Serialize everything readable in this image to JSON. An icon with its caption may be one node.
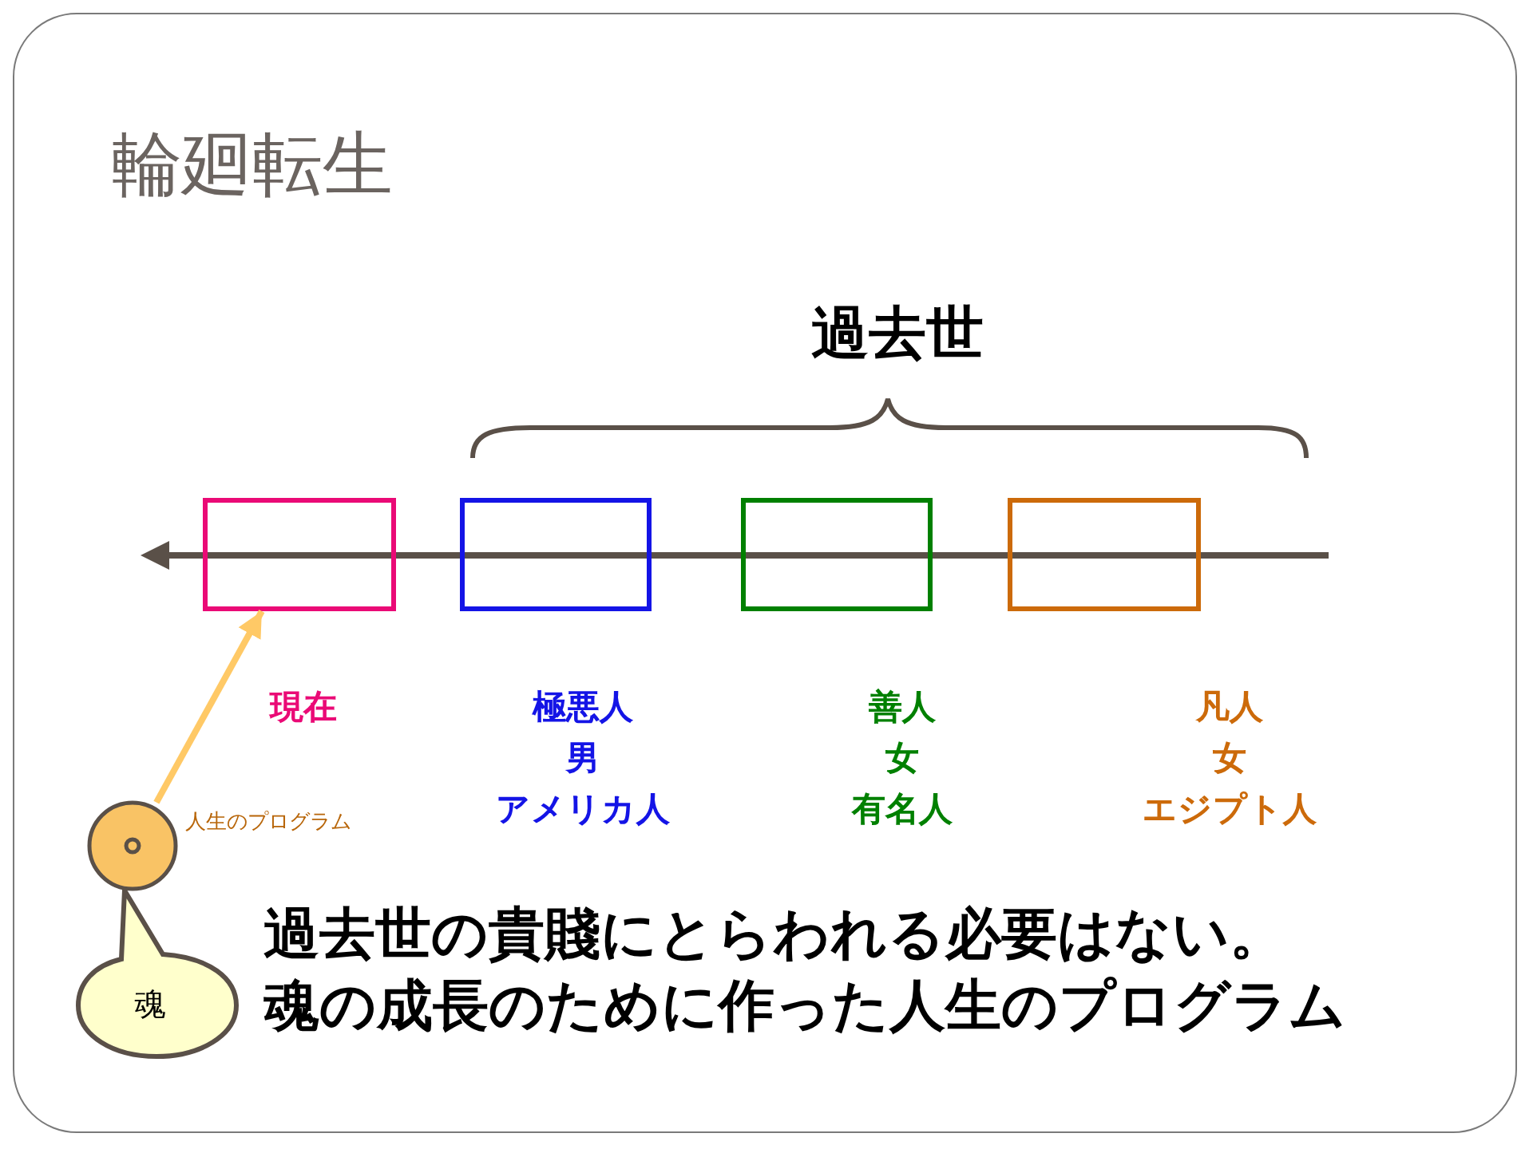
{
  "diagram": {
    "title": "輪廻転生",
    "nodes": [
      {
        "text": [
          "現在"
        ]
      },
      {
        "text": [
          "極悪人",
          "男",
          "アメリカ人"
        ]
      },
      {
        "text": [
          "善人",
          "女",
          "有名人"
        ]
      },
      {
        "text": [
          "凡人",
          "女",
          "エジプト人"
        ]
      },
      {
        "text": [],
        "shape": "circle",
        "beside": [
          "人生のプログラム"
        ]
      },
      {
        "text": [
          "魂"
        ]
      }
    ],
    "edges": [
      {
        "from": 4,
        "to": 0,
        "arrow": "to",
        "color": "#ffc966"
      }
    ],
    "labels": [
      "過去世",
      "過去世の貴賤にとらわれる必要はない。",
      "魂の成長のために作った人生のプログラム"
    ]
  }
}
